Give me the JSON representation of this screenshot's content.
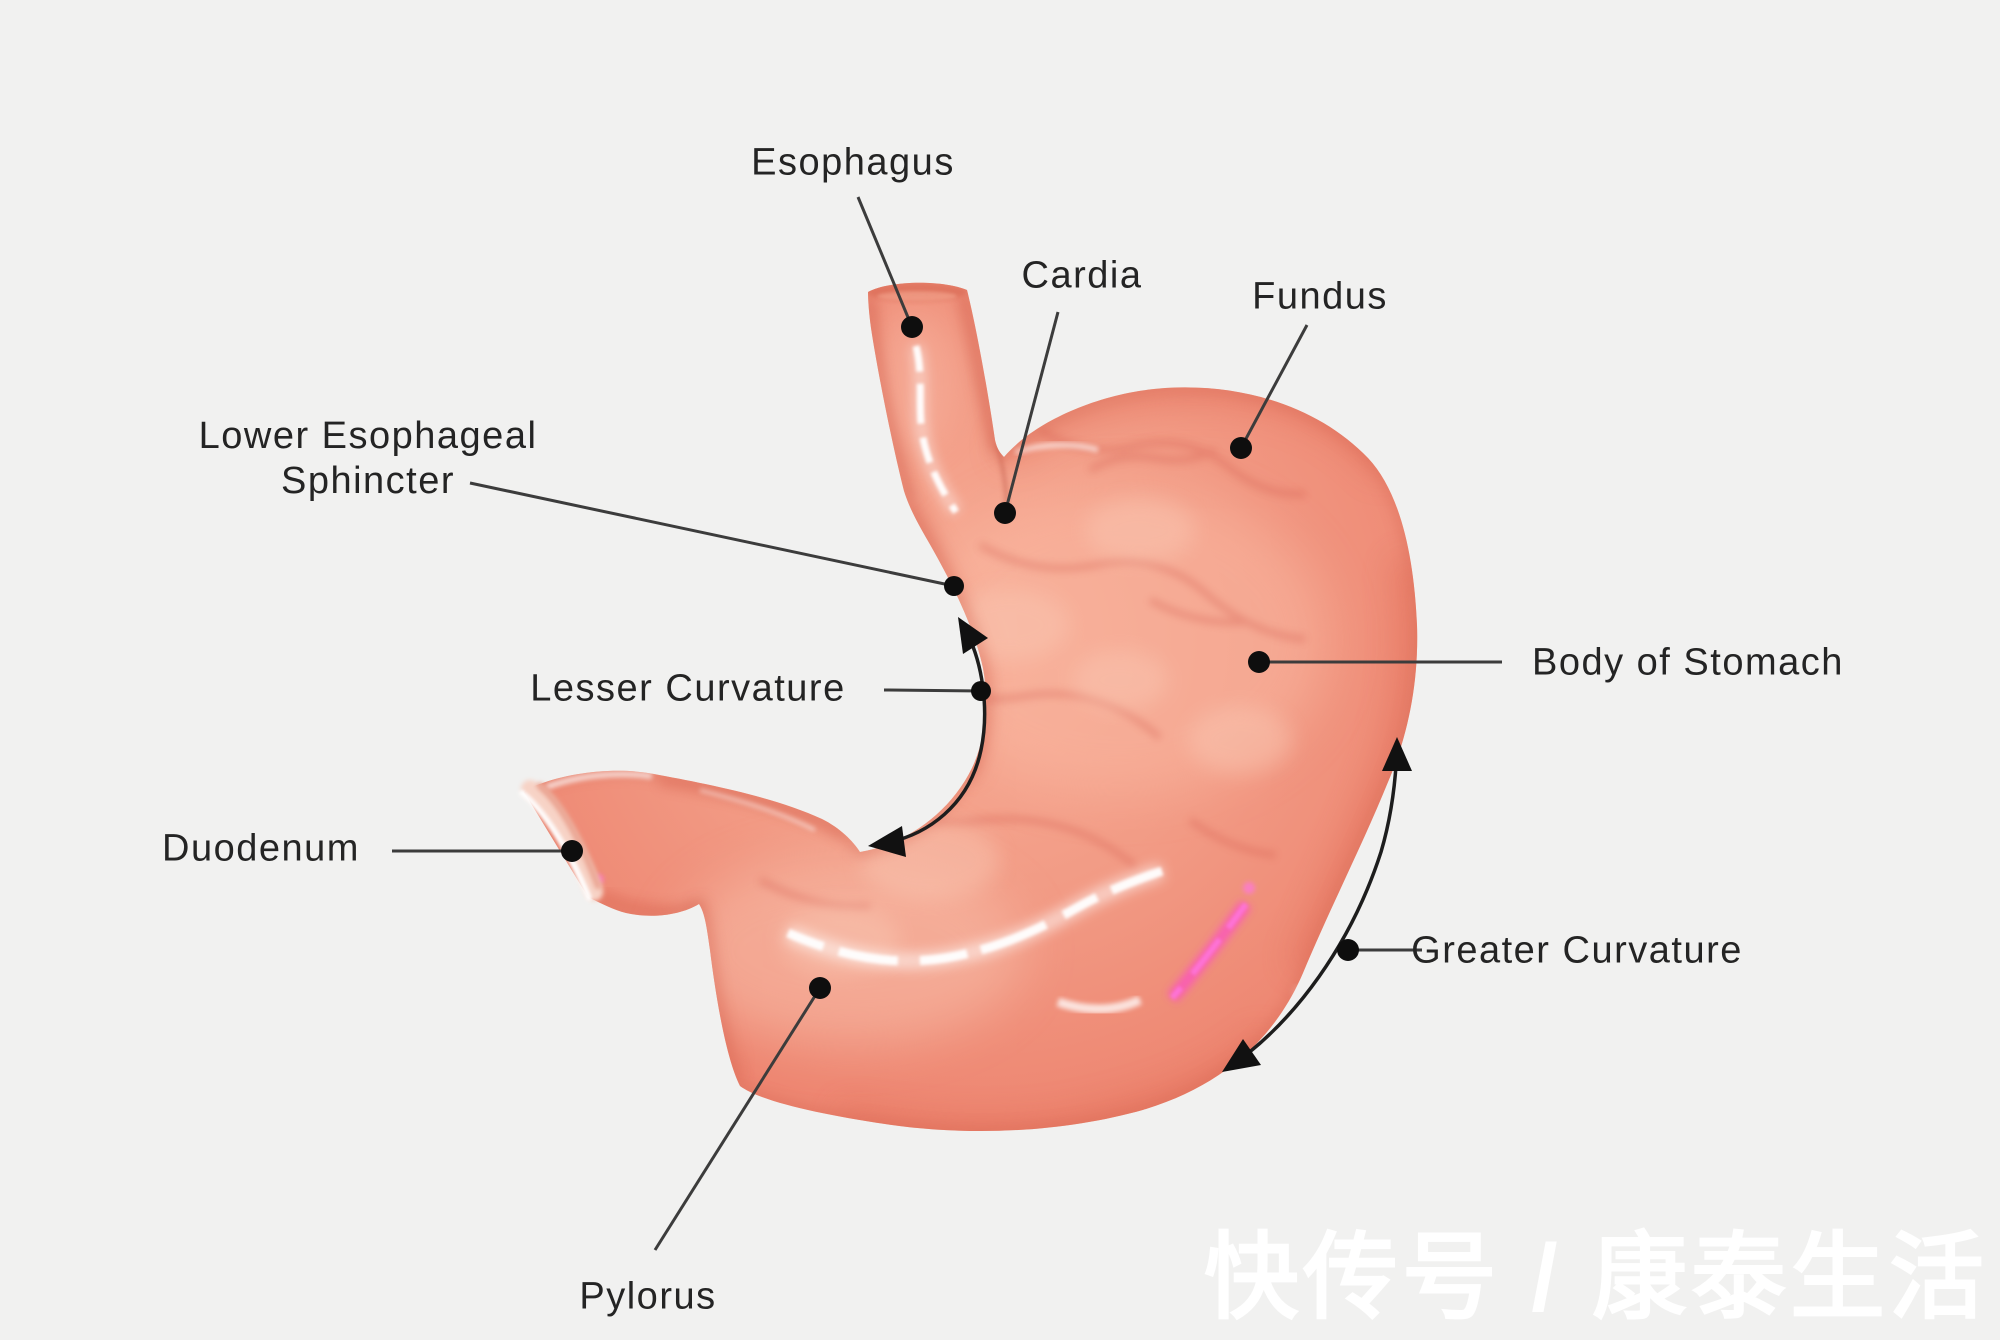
{
  "diagram_type": "stomach-anatomy",
  "labels": {
    "esophagus": "Esophagus",
    "cardia": "Cardia",
    "fundus": "Fundus",
    "lower_esophageal_sphincter": "Lower Esophageal Sphincter",
    "lesser_curvature": "Lesser Curvature",
    "duodenum": "Duodenum",
    "body_of_stomach": "Body of Stomach",
    "greater_curvature": "Greater Curvature",
    "pylorus": "Pylorus"
  },
  "watermark": {
    "text": "快传号 / 康泰生活",
    "color": "#ffffff"
  },
  "colors": {
    "background": "#f1f1f0",
    "label_text": "#242424",
    "leader_line": "#3c3c3c",
    "marker_dot": "#0e0e0e",
    "arrow": "#1d1d1d",
    "stomach_base": "#ef8a75",
    "stomach_light": "#f7b09a",
    "stomach_dark": "#df6b57",
    "specular_highlight": "#ffffff",
    "iridescent_glint": "#ff3fd6",
    "duodenum_cut_face": "#f7d3c6"
  }
}
